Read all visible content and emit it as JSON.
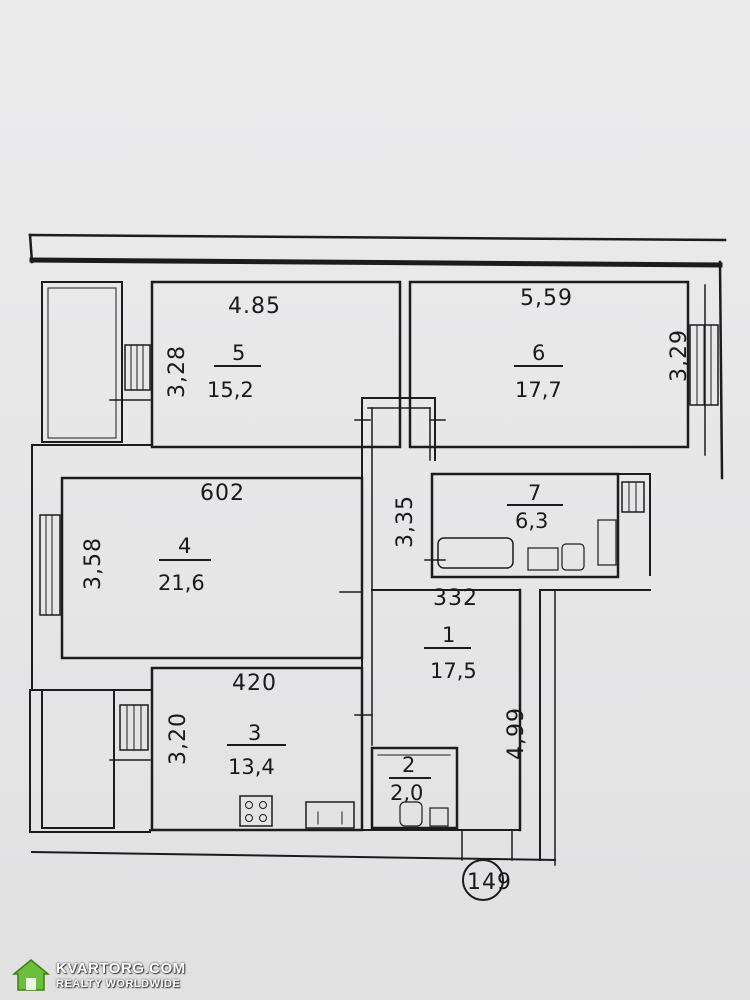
{
  "rooms": [
    {
      "number": "1",
      "area": "17,5"
    },
    {
      "number": "2",
      "area": "2,0"
    },
    {
      "number": "3",
      "area": "13,4"
    },
    {
      "number": "4",
      "area": "21,6"
    },
    {
      "number": "5",
      "area": "15,2"
    },
    {
      "number": "6",
      "area": "17,7"
    },
    {
      "number": "7",
      "area": "6,3"
    }
  ],
  "dimensions": {
    "room5_width": "4.85",
    "room5_height": "3,28",
    "room6_width": "5,59",
    "room6_height": "3,29",
    "room4_width": "602",
    "room4_height": "3,58",
    "room3_width": "420",
    "room3_height": "3,20",
    "room7_height": "3,35",
    "room7_width": "332",
    "room1_height": "4,99"
  },
  "marker": "149",
  "watermark": {
    "name": "KVARTORG.COM",
    "tagline": "REALTY WORLDWIDE"
  }
}
